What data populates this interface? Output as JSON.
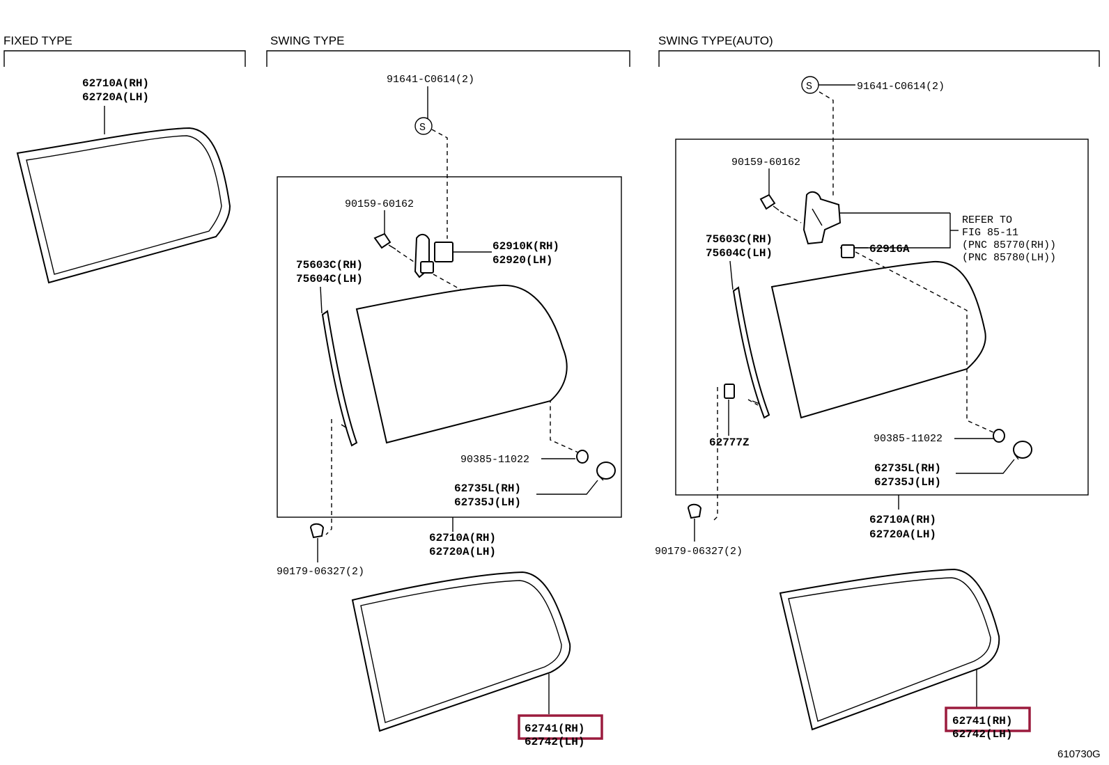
{
  "sections": {
    "fixed": "FIXED TYPE",
    "swing": "SWING TYPE",
    "auto": "SWING TYPE(AUTO)"
  },
  "fixed": {
    "glass_rh": "62710A(RH)",
    "glass_lh": "62720A(LH)"
  },
  "swing": {
    "screw": "91641-C0614(2)",
    "screw_symbol": "S",
    "bolt": "90159-60162",
    "hinge_rh": "62910K(RH)",
    "hinge_lh": "62920(LH)",
    "mold_rh": "75603C(RH)",
    "mold_lh": "75604C(LH)",
    "nut": "90385-11022",
    "cushion_rh": "62735L(RH)",
    "cushion_lh": "62735J(LH)",
    "glass_rh": "62710A(RH)",
    "glass_lh": "62720A(LH)",
    "clip": "90179-06327(2)",
    "weatherstrip_rh": "62741(RH)",
    "weatherstrip_lh": "62742(LH)"
  },
  "auto": {
    "screw": "91641-C0614(2)",
    "screw_symbol": "S",
    "bolt": "90159-60162",
    "refer_1": "REFER TO",
    "refer_2": "FIG 85-11",
    "refer_3": "(PNC 85770(RH))",
    "refer_4": "(PNC 85780(LH))",
    "bracket": "62916A",
    "mold_rh": "75603C(RH)",
    "mold_lh": "75604C(LH)",
    "retainer": "62777Z",
    "nut": "90385-11022",
    "cushion_rh": "62735L(RH)",
    "cushion_lh": "62735J(LH)",
    "glass_rh": "62710A(RH)",
    "glass_lh": "62720A(LH)",
    "clip": "90179-06327(2)",
    "weatherstrip_rh": "62741(RH)",
    "weatherstrip_lh": "62742(LH)"
  },
  "figure_id": "610730G",
  "highlight_color": "#9b1b3d"
}
